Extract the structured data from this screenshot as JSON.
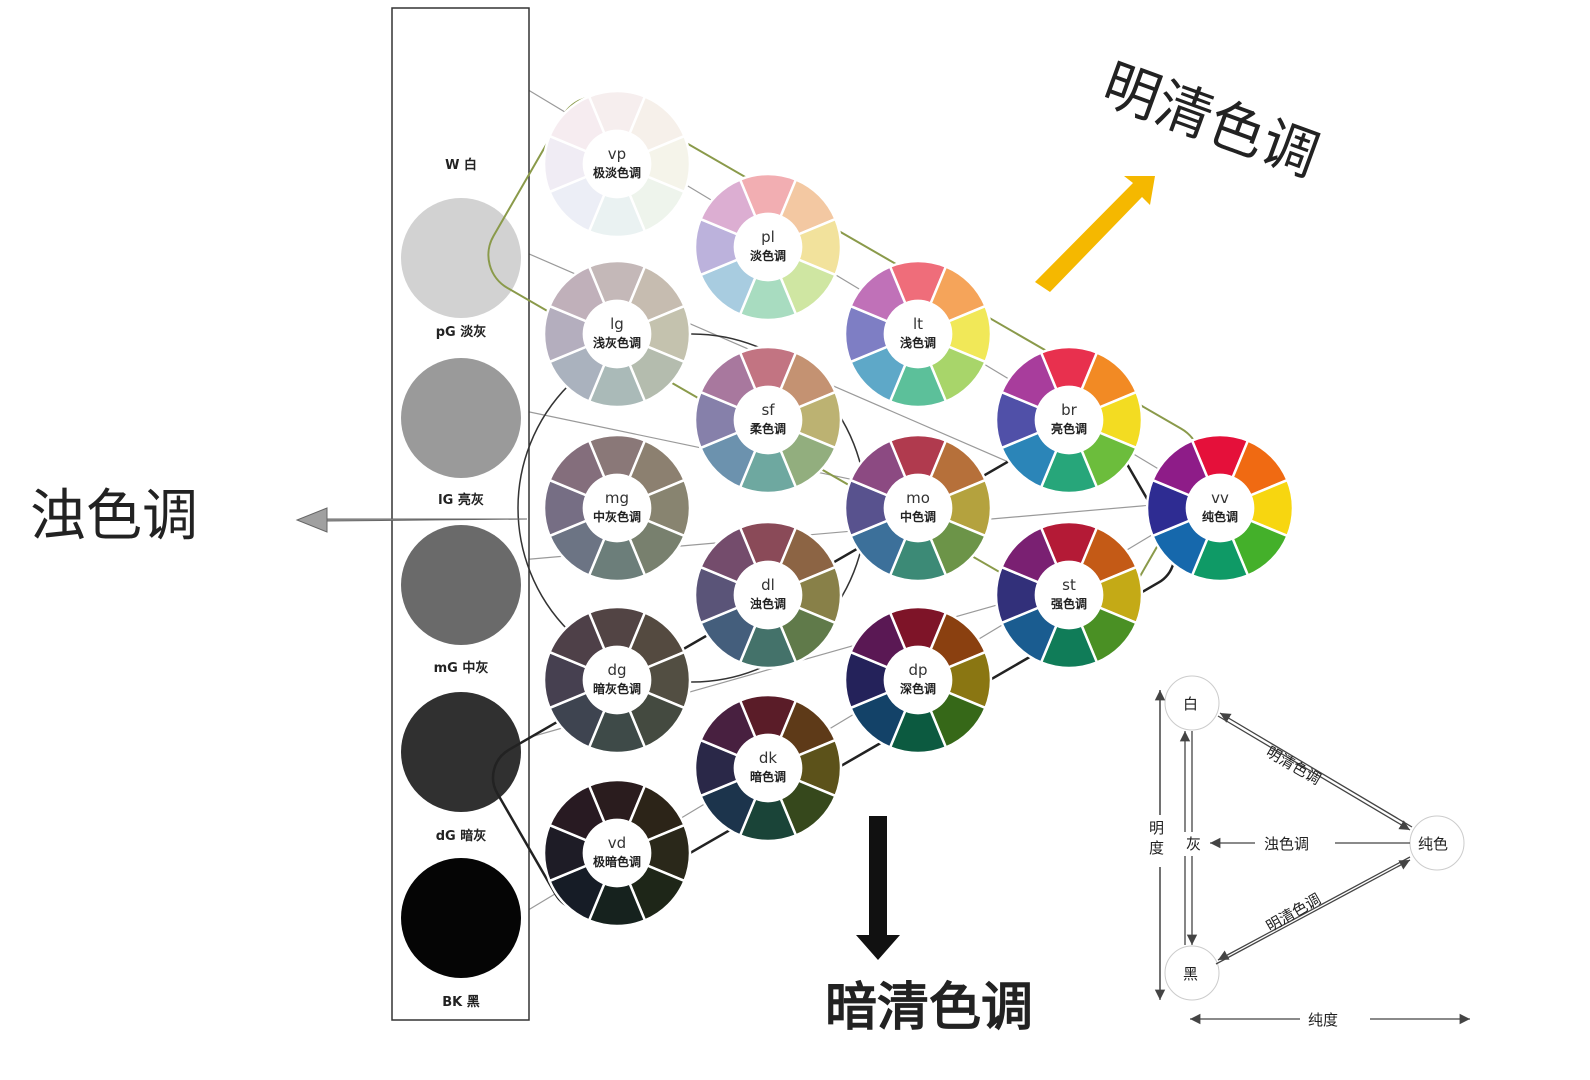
{
  "gray_scale": [
    {
      "label": "W 白",
      "color": "#ffffff"
    },
    {
      "label": "pG 淡灰",
      "color": "#d2d2d2"
    },
    {
      "label": "lG 亮灰",
      "color": "#9a9a9a"
    },
    {
      "label": "mG 中灰",
      "color": "#6a6a6a"
    },
    {
      "label": "dG 暗灰",
      "color": "#303030"
    },
    {
      "label": "BK 黑",
      "color": "#050505"
    }
  ],
  "wheels": [
    {
      "code": "vp",
      "name": "极淡色调",
      "colors": [
        "#f6eeee",
        "#f6f0ea",
        "#f5f4ea",
        "#eef4ec",
        "#eaf2f2",
        "#eceef6",
        "#f0ecf4",
        "#f6ecf0"
      ]
    },
    {
      "code": "pl",
      "name": "淡色调",
      "colors": [
        "#f2aeb2",
        "#f3c8a2",
        "#f2e29c",
        "#cfe6a2",
        "#a8dcc0",
        "#a8cce0",
        "#bcb2dc",
        "#dcaed2"
      ]
    },
    {
      "code": "lt",
      "name": "浅色调",
      "colors": [
        "#ef6d7a",
        "#f5a45a",
        "#f1e858",
        "#a8d56a",
        "#5cc09a",
        "#5ea8c8",
        "#7e7ec4",
        "#c071b8"
      ]
    },
    {
      "code": "br",
      "name": "亮色调",
      "colors": [
        "#e8304e",
        "#f28a24",
        "#f3dc22",
        "#6cbd3c",
        "#27a67a",
        "#2b85b8",
        "#5050a8",
        "#a83d9c"
      ]
    },
    {
      "code": "vv",
      "name": "纯色调",
      "colors": [
        "#e5103a",
        "#f06a12",
        "#f7d610",
        "#44b02a",
        "#0f9a66",
        "#1668ac",
        "#2e2c92",
        "#8e1c88"
      ]
    },
    {
      "code": "lg",
      "name": "浅灰色调",
      "colors": [
        "#c4b8b8",
        "#c6bcb0",
        "#c4c2ae",
        "#b4bcae",
        "#aabab8",
        "#aab2be",
        "#b4aebe",
        "#c0b0ba"
      ]
    },
    {
      "code": "sf",
      "name": "柔色调",
      "colors": [
        "#c27482",
        "#c49272",
        "#bcb272",
        "#92ae7e",
        "#6ea8a0",
        "#6c92ae",
        "#8680aa",
        "#a8789e"
      ]
    },
    {
      "code": "mo",
      "name": "中色调",
      "colors": [
        "#b03a4e",
        "#b6703a",
        "#b4a23e",
        "#6c9448",
        "#3c8a76",
        "#3c709a",
        "#58528e",
        "#8c4a82"
      ]
    },
    {
      "code": "st",
      "name": "强色调",
      "colors": [
        "#b41a36",
        "#c45a16",
        "#c4aa16",
        "#4a9024",
        "#107c58",
        "#1a5c90",
        "#32307a",
        "#7a2072"
      ]
    },
    {
      "code": "mg",
      "name": "中灰色调",
      "colors": [
        "#8a7878",
        "#8c8070",
        "#888470",
        "#78806e",
        "#6c7e7a",
        "#6c7484",
        "#766e84",
        "#846e7c"
      ]
    },
    {
      "code": "dl",
      "name": "浊色调",
      "colors": [
        "#8a4a58",
        "#8c6444",
        "#888048",
        "#607a4a",
        "#44726a",
        "#445e7c",
        "#5a5478",
        "#744c6c"
      ]
    },
    {
      "code": "dp",
      "name": "深色调",
      "colors": [
        "#7e1428",
        "#8a4010",
        "#8a7612",
        "#366818",
        "#0c5a40",
        "#134268",
        "#24225a",
        "#5a1854"
      ]
    },
    {
      "code": "dg",
      "name": "暗灰色调",
      "colors": [
        "#524444",
        "#544a40",
        "#524e42",
        "#444a40",
        "#3e4a48",
        "#3e4450",
        "#464050",
        "#4e4048"
      ]
    },
    {
      "code": "dk",
      "name": "暗色调",
      "colors": [
        "#5a1c28",
        "#5e3a18",
        "#5c521a",
        "#36481c",
        "#1a4438",
        "#1c344c",
        "#2a2848",
        "#482040"
      ]
    },
    {
      "code": "vd",
      "name": "极暗色调",
      "colors": [
        "#2a1c1e",
        "#2c2418",
        "#2a281a",
        "#1e2618",
        "#16221e",
        "#161c26",
        "#1e1c26",
        "#281a22"
      ]
    }
  ],
  "groups": {
    "light_clear": "明清色调",
    "dull": "浊色调",
    "dark_clear": "暗清色调"
  },
  "triangle": {
    "white": "白",
    "pure": "纯色",
    "black": "黑",
    "gray": "灰",
    "light_clear": "明清色调",
    "dull": "浊色调",
    "dark_clear": "明清色调",
    "lightness": "明度",
    "chroma": "纯度"
  },
  "colors": {
    "arrow_light": "#f5b800",
    "arrow_dull": "#a0a0a0",
    "arrow_dark": "#111111",
    "group_outline_light": "#8a9a4a",
    "group_outline_dark": "#222222"
  }
}
